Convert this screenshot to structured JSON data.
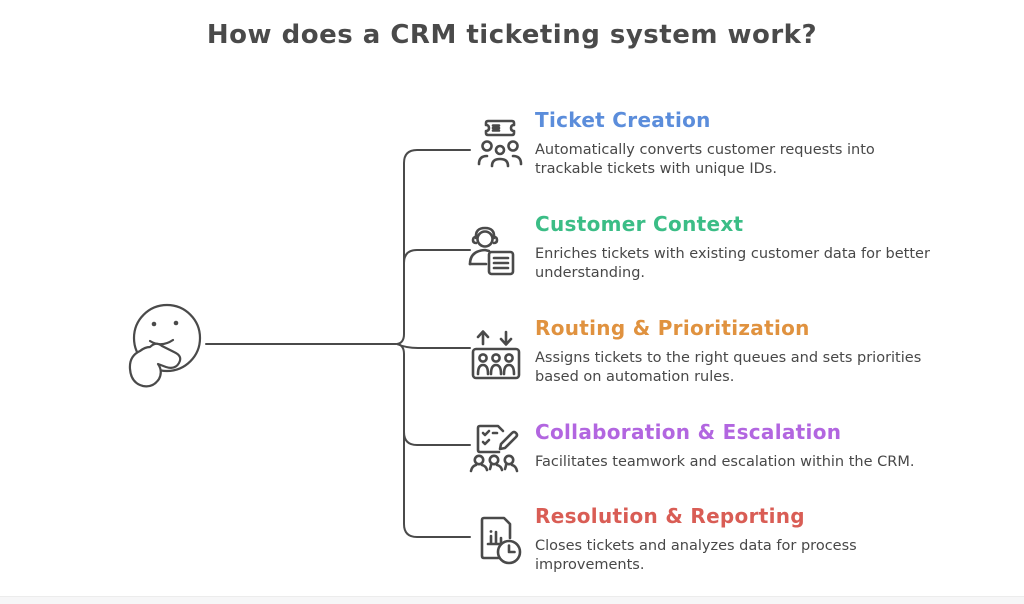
{
  "title": "How does a CRM ticketing system work?",
  "figure": {
    "left_figure": "thinking-face",
    "line_color": "#4a4a4a",
    "icon_color": "#4a4a4a",
    "text_color": "#484848"
  },
  "items": [
    {
      "label": "Ticket Creation",
      "description": "Automatically converts customer requests into trackable tickets with unique IDs.",
      "color": "#5b8ddb",
      "icon": "ticket-users-icon"
    },
    {
      "label": "Customer Context",
      "description": "Enriches tickets with existing customer data for better understanding.",
      "color": "#3bbd86",
      "icon": "support-agent-document-icon"
    },
    {
      "label": "Routing & Prioritization",
      "description": "Assigns tickets to the right queues and sets priorities based on automation rules.",
      "color": "#e0923f",
      "icon": "queue-sort-arrows-icon"
    },
    {
      "label": "Collaboration & Escalation",
      "description": "Facilitates teamwork and escalation within the CRM.",
      "color": "#b266e0",
      "icon": "checklist-team-icon"
    },
    {
      "label": "Resolution & Reporting",
      "description": "Closes tickets and analyzes data for process improvements.",
      "color": "#d95d55",
      "icon": "report-clock-icon"
    }
  ]
}
